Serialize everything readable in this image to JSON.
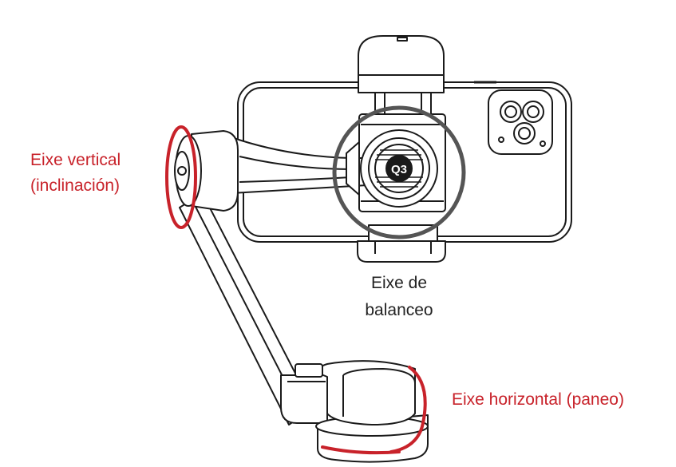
{
  "colors": {
    "accent": "#c8222a",
    "line": "#1a1a1a",
    "ring": "#555555",
    "background": "#ffffff"
  },
  "device": {
    "logo_text": "Q3"
  },
  "labels": {
    "tilt_axis": {
      "line1": "Eixe vertical",
      "line2": "(inclinación)"
    },
    "roll_axis": {
      "line1": "Eixe de",
      "line2": "balanceo"
    },
    "pan_axis": {
      "line1": "Eixe horizontal (paneo)"
    }
  }
}
